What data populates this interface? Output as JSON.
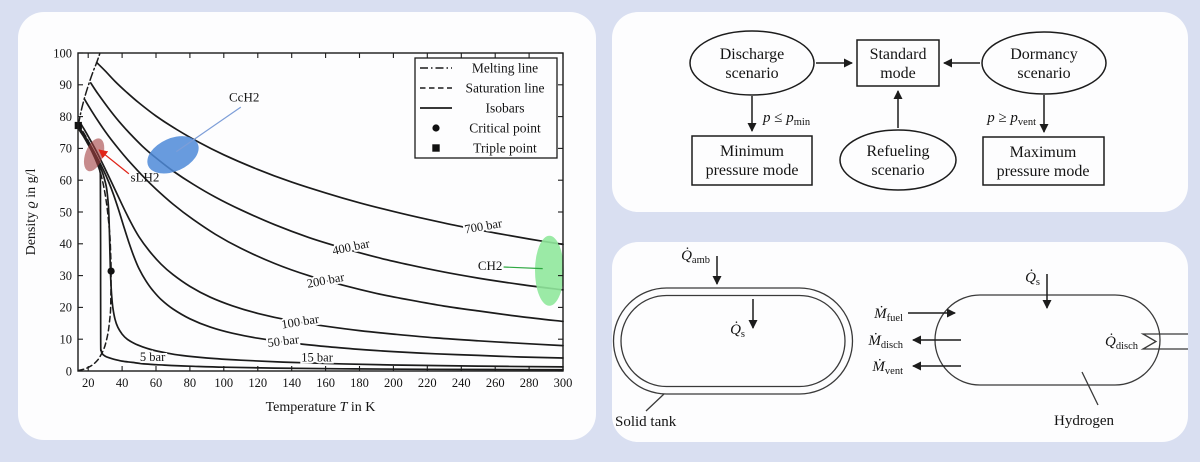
{
  "chart_data": {
    "type": "line",
    "xlabel": {
      "pre": "Temperature ",
      "var": "T",
      "post": " in K"
    },
    "ylabel": {
      "pre": "Density ",
      "var": "ϱ",
      "post": " in g/l"
    },
    "xlim": [
      14,
      300
    ],
    "ylim": [
      0,
      100
    ],
    "xticks": [
      20,
      40,
      60,
      80,
      100,
      120,
      140,
      160,
      180,
      200,
      220,
      240,
      260,
      280,
      300
    ],
    "yticks": [
      0,
      10,
      20,
      30,
      40,
      50,
      60,
      70,
      80,
      90,
      100
    ],
    "legend": [
      {
        "marker": "dashdot",
        "label": "Melting line"
      },
      {
        "marker": "dashed",
        "label": "Saturation line"
      },
      {
        "marker": "solid",
        "label": "Isobars"
      },
      {
        "marker": "dot",
        "label": "Critical point"
      },
      {
        "marker": "square",
        "label": "Triple point"
      }
    ],
    "melting_line": [
      [
        14.2,
        77.3
      ],
      [
        15,
        79.6
      ],
      [
        16,
        82.1
      ],
      [
        17.5,
        85.2
      ],
      [
        19,
        88
      ],
      [
        21,
        91.3
      ],
      [
        23,
        94.3
      ],
      [
        25,
        97
      ],
      [
        26.3,
        99
      ],
      [
        27,
        100
      ]
    ],
    "saturation_line": [
      [
        14.2,
        0.15
      ],
      [
        17,
        0.5
      ],
      [
        20,
        1.1
      ],
      [
        23,
        2.1
      ],
      [
        25,
        3.1
      ],
      [
        26.5,
        4.1
      ],
      [
        28,
        5.5
      ],
      [
        29.2,
        6.9
      ],
      [
        30.2,
        8.5
      ],
      [
        31.1,
        10.4
      ],
      [
        31.9,
        12.7
      ],
      [
        32.6,
        15.5
      ],
      [
        33.2,
        19.5
      ],
      [
        33.4,
        25
      ],
      [
        33.5,
        31.4
      ],
      [
        33.3,
        36.5
      ],
      [
        32.9,
        41.5
      ],
      [
        32.2,
        46
      ],
      [
        31.4,
        50.3
      ],
      [
        30.4,
        54.3
      ],
      [
        29.2,
        57.9
      ],
      [
        27.8,
        61.2
      ],
      [
        26.2,
        64.3
      ],
      [
        24.4,
        67.1
      ],
      [
        22.4,
        69.8
      ],
      [
        20.2,
        72.2
      ],
      [
        18,
        74.3
      ],
      [
        16,
        76
      ],
      [
        14.2,
        77.3
      ]
    ],
    "critical_point": [
      33.5,
      31.4
    ],
    "triple_point": [
      14.2,
      77.2
    ],
    "isobars": [
      {
        "label": "700 bar",
        "label_at": [
          253,
          45.5
        ],
        "label_rot": -10,
        "points": [
          [
            25,
            97
          ],
          [
            30,
            94.4
          ],
          [
            36,
            91
          ],
          [
            42,
            88
          ],
          [
            50,
            84.3
          ],
          [
            60,
            80.2
          ],
          [
            72,
            76
          ],
          [
            85,
            72
          ],
          [
            100,
            68
          ],
          [
            120,
            63.4
          ],
          [
            140,
            59.4
          ],
          [
            160,
            56
          ],
          [
            180,
            52.9
          ],
          [
            200,
            50.2
          ],
          [
            220,
            47.7
          ],
          [
            240,
            45.4
          ],
          [
            260,
            43.4
          ],
          [
            280,
            41.5
          ],
          [
            300,
            39.8
          ]
        ]
      },
      {
        "label": "400 bar",
        "label_at": [
          175,
          39
        ],
        "label_rot": -12,
        "points": [
          [
            21.5,
            90.6
          ],
          [
            26,
            87
          ],
          [
            32,
            82.6
          ],
          [
            38,
            78.6
          ],
          [
            44,
            75
          ],
          [
            52,
            70.7
          ],
          [
            60,
            67
          ],
          [
            70,
            62.9
          ],
          [
            82,
            58.7
          ],
          [
            95,
            54.7
          ],
          [
            110,
            50.7
          ],
          [
            130,
            46
          ],
          [
            150,
            42
          ],
          [
            170,
            38.7
          ],
          [
            190,
            35.8
          ],
          [
            210,
            33.3
          ],
          [
            230,
            31.1
          ],
          [
            250,
            29.2
          ],
          [
            275,
            27.2
          ],
          [
            300,
            25.5
          ]
        ]
      },
      {
        "label": "200 bar",
        "label_at": [
          160,
          28.5
        ],
        "label_rot": -11,
        "points": [
          [
            18,
            85.3
          ],
          [
            22,
            81.8
          ],
          [
            27,
            77.7
          ],
          [
            32,
            73.9
          ],
          [
            38,
            69.8
          ],
          [
            44,
            66
          ],
          [
            52,
            61.4
          ],
          [
            60,
            57.2
          ],
          [
            70,
            52.5
          ],
          [
            82,
            47.6
          ],
          [
            95,
            43
          ],
          [
            110,
            38.6
          ],
          [
            130,
            33.8
          ],
          [
            150,
            30
          ],
          [
            170,
            27
          ],
          [
            190,
            24.4
          ],
          [
            210,
            22.3
          ],
          [
            230,
            20.4
          ],
          [
            250,
            18.9
          ],
          [
            275,
            17.1
          ],
          [
            300,
            15.6
          ]
        ]
      },
      {
        "label": "100 bar",
        "label_at": [
          145,
          15.5
        ],
        "label_rot": -9,
        "points": [
          [
            16,
            77.5
          ],
          [
            20,
            73.8
          ],
          [
            25,
            68.9
          ],
          [
            30,
            63.6
          ],
          [
            35,
            58
          ],
          [
            40,
            52.3
          ],
          [
            45,
            46.9
          ],
          [
            50,
            42.2
          ],
          [
            56,
            37.8
          ],
          [
            63,
            33.6
          ],
          [
            70,
            30.3
          ],
          [
            80,
            26.6
          ],
          [
            92,
            23.2
          ],
          [
            105,
            20.5
          ],
          [
            120,
            18.1
          ],
          [
            140,
            15.8
          ],
          [
            160,
            14.1
          ],
          [
            180,
            12.7
          ],
          [
            200,
            11.6
          ],
          [
            225,
            10.4
          ],
          [
            250,
            9.5
          ],
          [
            275,
            8.7
          ],
          [
            300,
            8
          ]
        ]
      },
      {
        "label": "50 bar",
        "label_at": [
          135,
          9.4
        ],
        "label_rot": -7,
        "points": [
          [
            15,
            76.4
          ],
          [
            18,
            73.9
          ],
          [
            22,
            70.3
          ],
          [
            26,
            66.4
          ],
          [
            29,
            63.2
          ],
          [
            32,
            59.6
          ],
          [
            35,
            55.4
          ],
          [
            38,
            50.6
          ],
          [
            41,
            45.4
          ],
          [
            44,
            40.4
          ],
          [
            47,
            35.9
          ],
          [
            50,
            32.2
          ],
          [
            54,
            28.4
          ],
          [
            58,
            25.4
          ],
          [
            63,
            22.5
          ],
          [
            70,
            19.5
          ],
          [
            80,
            16.4
          ],
          [
            92,
            13.8
          ],
          [
            105,
            11.9
          ],
          [
            120,
            10.3
          ],
          [
            140,
            8.8
          ],
          [
            160,
            7.7
          ],
          [
            180,
            6.8
          ],
          [
            200,
            6.1
          ],
          [
            225,
            5.4
          ],
          [
            250,
            4.9
          ],
          [
            275,
            4.4
          ],
          [
            300,
            4.1
          ]
        ]
      },
      {
        "label": "15 bar",
        "label_at": [
          155,
          4.3
        ],
        "label_rot": 0,
        "points": [
          [
            14.5,
            76.3
          ],
          [
            18,
            73.6
          ],
          [
            22,
            69.9
          ],
          [
            25,
            66.8
          ],
          [
            27,
            64.4
          ],
          [
            28.5,
            62.3
          ],
          [
            29.7,
            60.2
          ],
          [
            30.6,
            58.1
          ],
          [
            31.3,
            55.7
          ],
          [
            31.8,
            52.8
          ],
          [
            32.2,
            48.9
          ],
          [
            32.5,
            44
          ],
          [
            32.8,
            37.5
          ],
          [
            33.2,
            30
          ],
          [
            33.8,
            24
          ],
          [
            34.6,
            19.8
          ],
          [
            35.8,
            16.3
          ],
          [
            37.5,
            13.7
          ],
          [
            40,
            11.6
          ],
          [
            43,
            10
          ],
          [
            47,
            8.7
          ],
          [
            52,
            7.6
          ],
          [
            58,
            6.6
          ],
          [
            65,
            5.8
          ],
          [
            75,
            4.9
          ],
          [
            90,
            4.1
          ],
          [
            110,
            3.4
          ],
          [
            135,
            2.8
          ],
          [
            165,
            2.3
          ],
          [
            200,
            1.9
          ],
          [
            250,
            1.55
          ],
          [
            300,
            1.3
          ]
        ]
      },
      {
        "label": "5 bar",
        "label_at": [
          58,
          4.4
        ],
        "label_rot": 0,
        "points": [
          [
            14.5,
            76
          ],
          [
            17,
            74
          ],
          [
            20,
            71.2
          ],
          [
            22,
            69.2
          ],
          [
            24,
            66.9
          ],
          [
            25.5,
            65
          ],
          [
            26.5,
            63.6
          ],
          [
            27,
            62.6
          ],
          [
            27.2,
            60
          ],
          [
            27.3,
            40
          ],
          [
            27.4,
            10
          ],
          [
            27.6,
            6.5
          ],
          [
            28.5,
            5.3
          ],
          [
            30,
            4.7
          ],
          [
            32,
            4.2
          ],
          [
            35,
            3.7
          ],
          [
            40,
            3.1
          ],
          [
            46,
            2.7
          ],
          [
            54,
            2.2
          ],
          [
            65,
            1.85
          ],
          [
            80,
            1.5
          ],
          [
            100,
            1.2
          ],
          [
            130,
            0.92
          ],
          [
            170,
            0.7
          ],
          [
            220,
            0.55
          ],
          [
            300,
            0.4
          ]
        ]
      }
    ],
    "regions": [
      {
        "name": "CcH2",
        "center": [
          70,
          68
        ],
        "rx_k": 16,
        "ry_g": 5.2,
        "rot": -24,
        "fill": "#4e8ad8",
        "opacity": 0.85,
        "label": "CcH2",
        "label_color": "#7d9ed8",
        "label_at": [
          112,
          86
        ],
        "line": [
          [
            110,
            83
          ],
          [
            72,
            69
          ]
        ],
        "arrow": false
      },
      {
        "name": "sLH2",
        "center": [
          23.5,
          68
        ],
        "rx_k": 5.2,
        "ry_g": 5.4,
        "rot": 20,
        "fill": "#a4403f",
        "opacity": 0.6,
        "label": "sLH2",
        "label_color": "#e02418",
        "label_at": [
          53.5,
          60.8
        ],
        "line": [
          [
            44,
            62
          ],
          [
            26.5,
            69.5
          ]
        ],
        "arrow": true
      },
      {
        "name": "CH2",
        "center": [
          292,
          31.5
        ],
        "rx_k": 8.5,
        "ry_g": 11,
        "rot": 0,
        "fill": "#90e89c",
        "opacity": 0.9,
        "label": "CH2",
        "label_color": "#2fa842",
        "label_at": [
          257,
          33
        ],
        "line": [
          [
            265,
            32.7
          ],
          [
            288,
            32.2
          ]
        ],
        "arrow": false
      }
    ]
  },
  "flowchart": {
    "discharge": {
      "line1": "Discharge",
      "line2": "scenario"
    },
    "standard": {
      "line1": "Standard",
      "line2": "mode"
    },
    "dormancy": {
      "line1": "Dormancy",
      "line2": "scenario"
    },
    "minimum": {
      "line1": "Minimum",
      "line2": "pressure mode"
    },
    "refueling": {
      "line1": "Refueling",
      "line2": "scenario"
    },
    "maximum": {
      "line1": "Maximum",
      "line2": "pressure mode"
    },
    "cond_min": {
      "p": "p",
      "rel": " ≤ ",
      "p2": "p",
      "sub": "min"
    },
    "cond_vent": {
      "p": "p",
      "rel": " ≥ ",
      "p2": "p",
      "sub": "vent"
    }
  },
  "tanks": {
    "solid_label": "Solid tank",
    "hydrogen_label": "Hydrogen",
    "q_amb": {
      "main": "Q̇",
      "sub": "amb"
    },
    "q_s_left": {
      "main": "Q̇",
      "sub": "s"
    },
    "q_s_right": {
      "main": "Q̇",
      "sub": "s"
    },
    "m_fuel": {
      "main": "Ṁ",
      "sub": "fuel"
    },
    "m_disch": {
      "main": "Ṁ",
      "sub": "disch"
    },
    "m_vent": {
      "main": "Ṁ",
      "sub": "vent"
    },
    "q_disch": {
      "main": "Q̇",
      "sub": "disch"
    }
  }
}
